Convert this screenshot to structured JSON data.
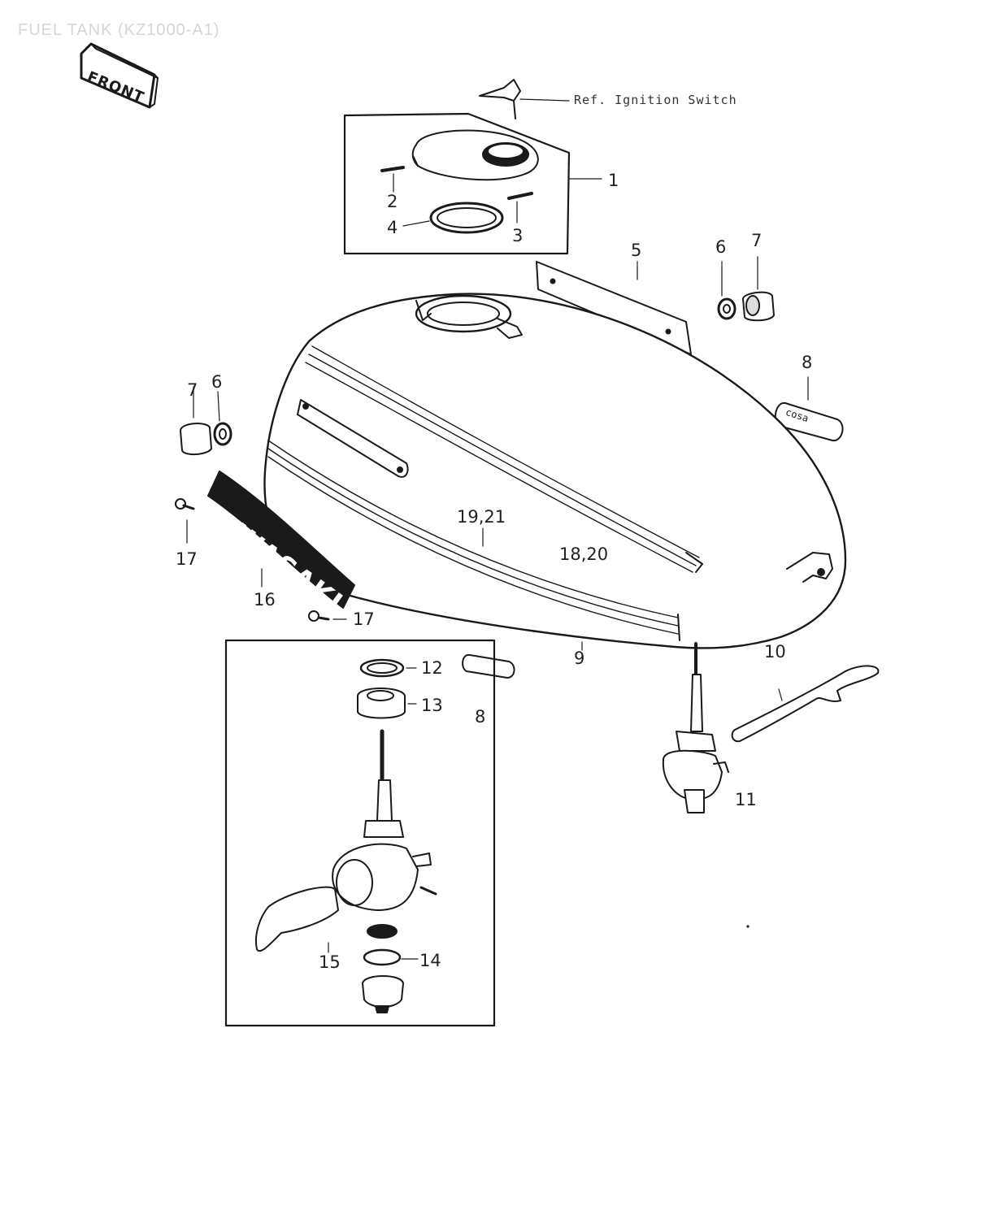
{
  "title": "FUEL TANK (KZ1000-A1)",
  "front_label": "FRONT",
  "reference_note": "Ref. Ignition Switch",
  "emblem_text": "KAWASAKI",
  "grip_text": "cosa",
  "callouts": {
    "c1": "1",
    "c2": "2",
    "c3": "3",
    "c4": "4",
    "c5": "5",
    "c6a": "6",
    "c7a": "7",
    "c6b": "6",
    "c7b": "7",
    "c8a": "8",
    "c8b": "8",
    "c9": "9",
    "c10": "10",
    "c11": "11",
    "c12": "12",
    "c13": "13",
    "c14": "14",
    "c15": "15",
    "c16": "16",
    "c17a": "17",
    "c17b": "17",
    "c18_20": "18,20",
    "c19_21": "19,21"
  }
}
